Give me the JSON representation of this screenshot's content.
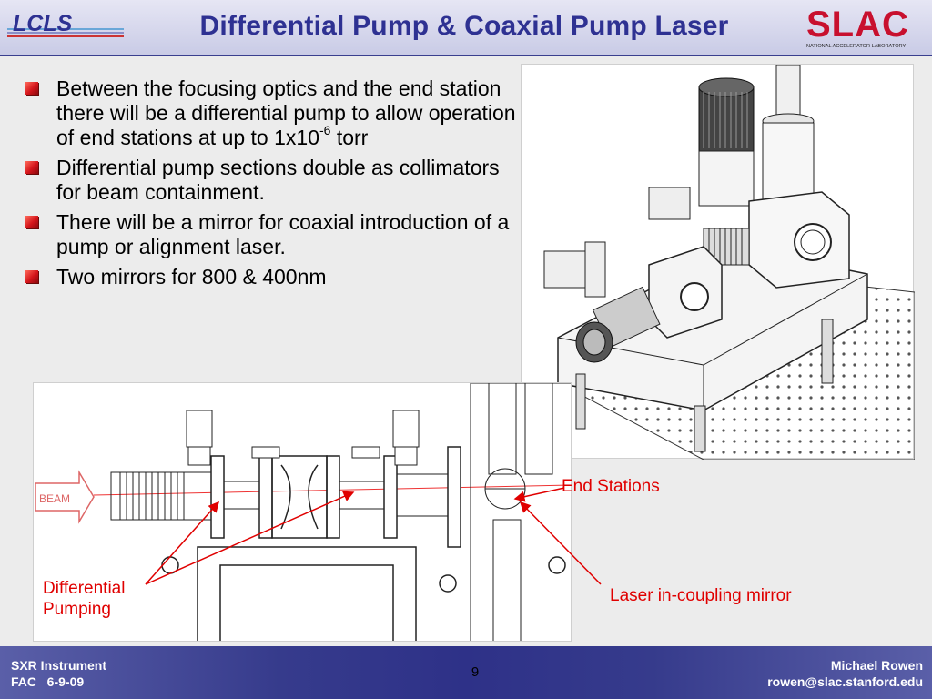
{
  "header": {
    "title": "Differential Pump & Coaxial Pump Laser",
    "left_logo_text": "LCLS",
    "right_logo_text": "SLAC",
    "right_logo_subtext": "NATIONAL ACCELERATOR LABORATORY"
  },
  "bullets": [
    {
      "text": "Between the focusing optics and the end station there will be a differential pump to allow operation of end stations at up to 1x10",
      "sup": "-6",
      "tail": " torr"
    },
    {
      "text": "Differential pump sections double as collimators for beam containment."
    },
    {
      "text": "There will be a mirror for coaxial introduction of a pump or alignment laser."
    },
    {
      "text": "Two mirrors for 800 & 400nm"
    }
  ],
  "annotations": {
    "end_stations": "End Stations",
    "differential_line1": "Differential",
    "differential_line2": "Pumping",
    "laser_mirror": "Laser in-coupling mirror"
  },
  "diagram": {
    "beam_label": "BEAM"
  },
  "footer": {
    "left_line1": "SXR Instrument",
    "left_line2": "FAC   6-9-09",
    "page_number": "9",
    "right_line1": "Michael Rowen",
    "right_line2": "rowen@slac.stanford.edu"
  },
  "colors": {
    "title": "#2e3192",
    "annotation": "#e00000",
    "bullet_marker": "#d3141a",
    "footer_bg": "#2e3188"
  }
}
